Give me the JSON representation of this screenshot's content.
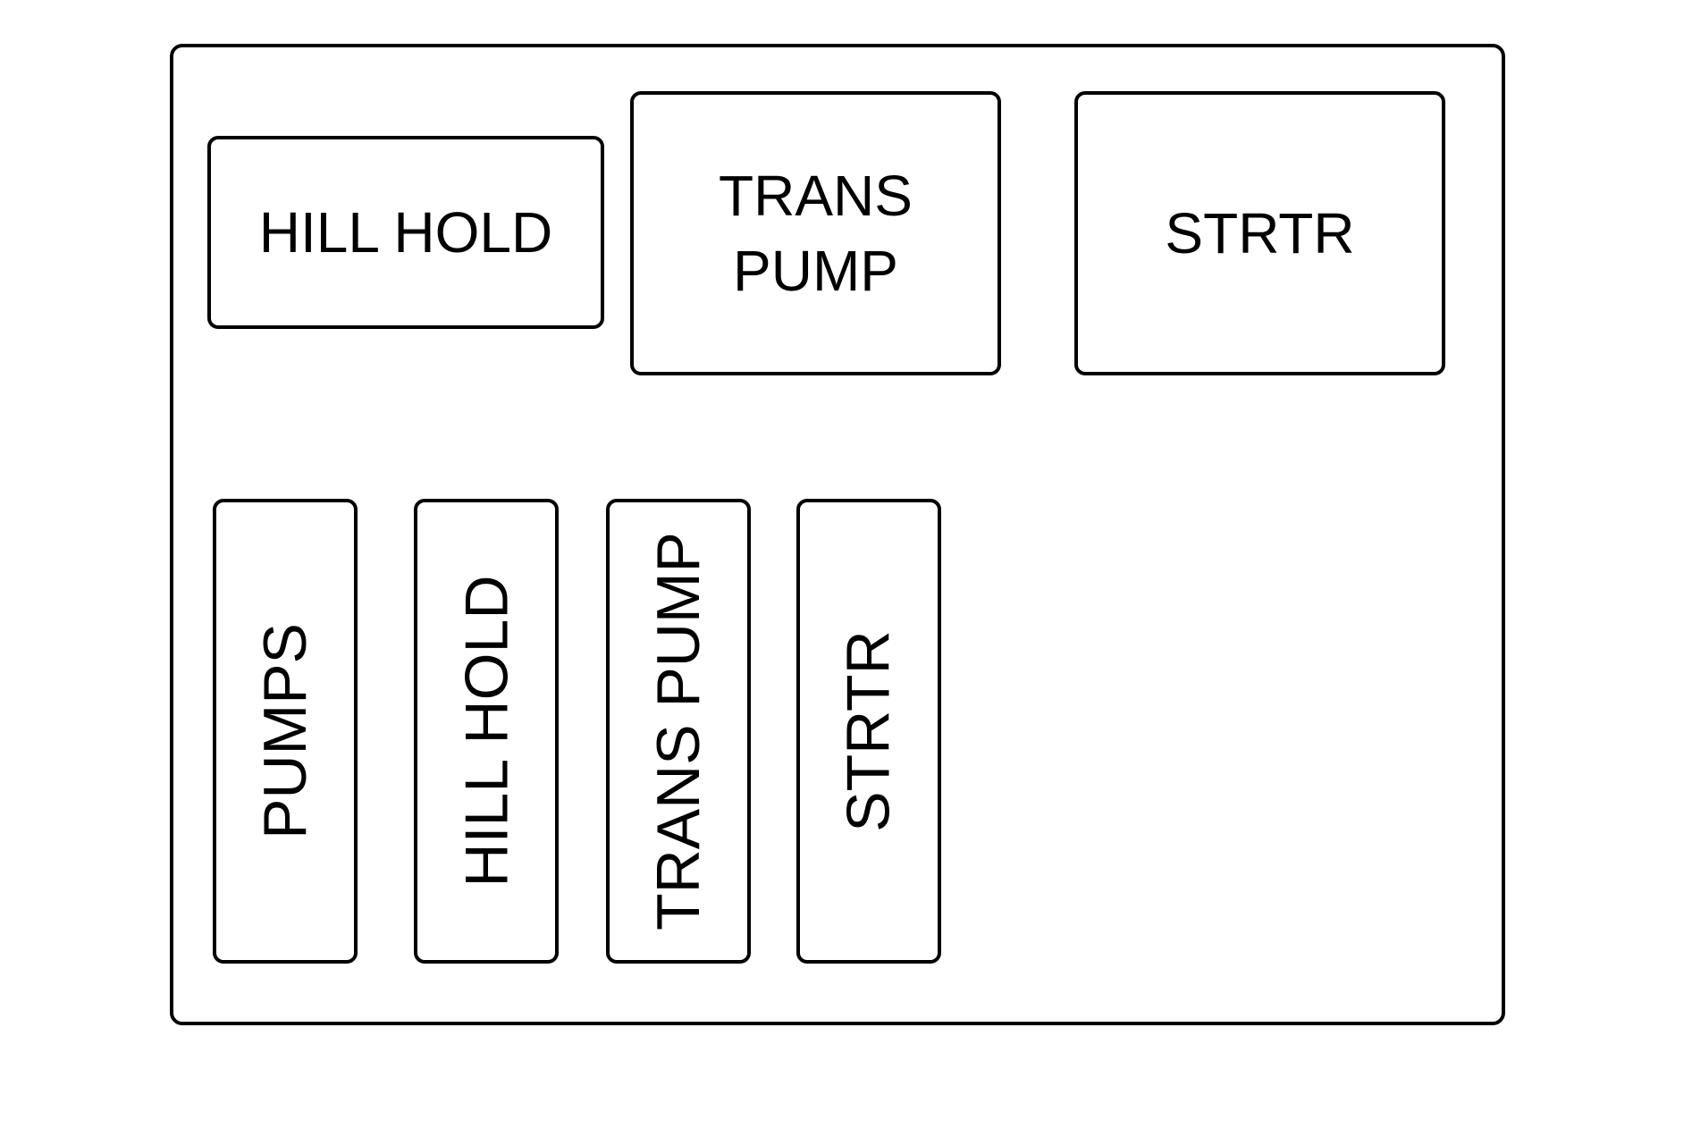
{
  "relays": {
    "hill_hold": "HILL HOLD",
    "trans_pump": [
      "TRANS",
      "PUMP"
    ],
    "strtr": "STRTR"
  },
  "fuses": [
    {
      "label": "PUMPS"
    },
    {
      "label": "HILL HOLD"
    },
    {
      "label": "TRANS PUMP"
    },
    {
      "label": "STRTR"
    }
  ]
}
